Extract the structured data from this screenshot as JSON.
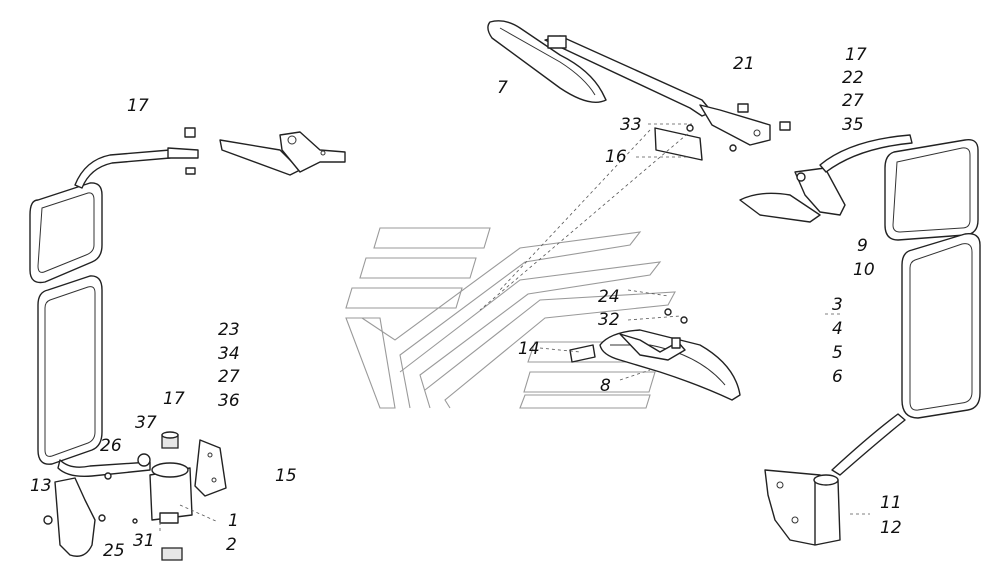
{
  "callouts": {
    "n17_left": "17",
    "n7": "7",
    "n21": "21",
    "n17_right": "17",
    "n22": "22",
    "n27_right": "27",
    "n35": "35",
    "n33": "33",
    "n16": "16",
    "n9": "9",
    "n10": "10",
    "n24": "24",
    "n32": "32",
    "n3": "3",
    "n4": "4",
    "n5": "5",
    "n6": "6",
    "n14": "14",
    "n8": "8",
    "n23": "23",
    "n34": "34",
    "n27_left": "27",
    "n36": "36",
    "n17_mid": "17",
    "n37": "37",
    "n26": "26",
    "n15": "15",
    "n13": "13",
    "n1": "1",
    "n2": "2",
    "n31": "31",
    "n25": "25",
    "n11": "11",
    "n12": "12"
  }
}
